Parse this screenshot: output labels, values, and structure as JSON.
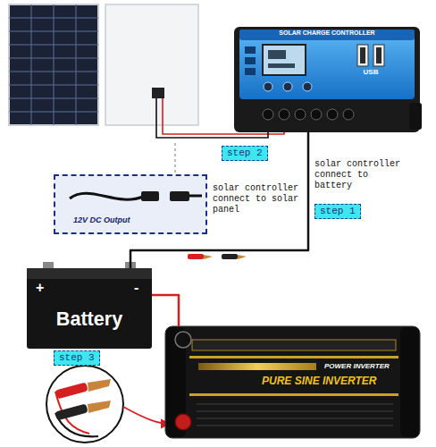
{
  "diagram": {
    "nodes": [
      {
        "text": [
          "SOLAR CHARGE CONTROLLER",
          "USB"
        ]
      },
      {
        "text": [
          "step 2"
        ]
      },
      {
        "text": [
          "12V DC Output"
        ]
      },
      {
        "text": [
          "step 1"
        ]
      },
      {
        "text": [
          "+",
          "-",
          "Battery"
        ]
      },
      {
        "text": [
          "step 3"
        ]
      },
      {
        "text": [
          "POWER INVERTER",
          "PURE SINE INVERTER"
        ]
      }
    ],
    "edges": [
      {
        "from": 0,
        "to": 4,
        "arrow": "none"
      },
      {
        "from": 4,
        "to": 6,
        "arrow": "none"
      }
    ],
    "labels": [
      "solar controller connect to solar panel",
      "solar controller connect to battery"
    ]
  }
}
